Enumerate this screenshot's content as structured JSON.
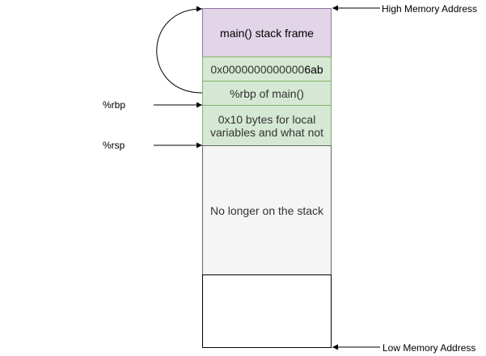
{
  "stack": {
    "main_frame": "main() stack frame",
    "return_address_prefix": "0x0000000000000",
    "return_address_suffix": "6ab",
    "saved_rbp": "%rbp of main()",
    "locals": "0x10 bytes for local variables and what not",
    "freed": "No longer on the stack"
  },
  "labels": {
    "high": "High Memory Address",
    "low": "Low Memory Address",
    "rbp": "%rbp",
    "rsp": "%rsp"
  },
  "colors": {
    "main_fill": "#e1d5e7",
    "main_stroke": "#9673a6",
    "frame_fill": "#d5e8d4",
    "frame_stroke": "#82b366",
    "freed_fill": "#f5f5f5",
    "freed_stroke": "#666666"
  }
}
